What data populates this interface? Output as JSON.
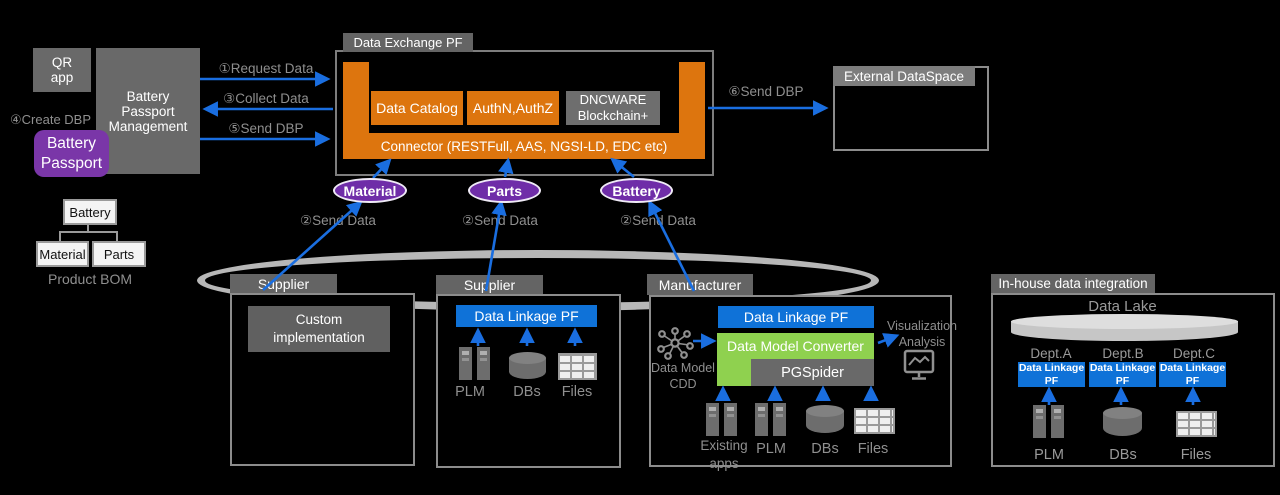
{
  "colors": {
    "arrow_blue": "#1a6ee0",
    "platform_blue": "#0f72d8",
    "connector_orange": "#dd750e",
    "converter_green": "#8fd14f",
    "passport_purple": "#7a36a8",
    "token_purple": "#6f2da8"
  },
  "passport": {
    "qr_app": "QR\napp",
    "management": "Battery\nPassport\nManagement",
    "create_dbp_label": "④Create DBP",
    "battery_passport": "Battery\nPassport",
    "bom": {
      "root": "Battery",
      "child1": "Material",
      "child2": "Parts",
      "caption": "Product BOM"
    }
  },
  "flows": {
    "request_data": "①Request Data",
    "collect_data": "③Collect Data",
    "send_dbp": "⑤Send DBP",
    "send_dbp_external": "⑥Send DBP",
    "send_data": "②Send Data"
  },
  "exchange_pf": {
    "title": "Data Exchange PF",
    "data_catalog": "Data Catalog",
    "auth": "AuthN,AuthZ",
    "blockchain": "DNCWARE\nBlockchain+",
    "connector": "Connector (RESTFull, AAS, NGSI-LD, EDC etc)"
  },
  "data_tokens": {
    "material": "Material",
    "parts": "Parts",
    "battery": "Battery"
  },
  "external_dataspace": {
    "title": "External DataSpace"
  },
  "supplier_custom": {
    "title": "Supplier",
    "implementation": "Custom\nimplementation"
  },
  "supplier_pf": {
    "title": "Supplier",
    "platform": "Data Linkage PF",
    "sources": [
      "PLM",
      "DBs",
      "Files"
    ]
  },
  "manufacturer": {
    "title": "Manufacturer",
    "platform": "Data Linkage PF",
    "converter": "Data Model Converter",
    "pgspider": "PGSpider",
    "cdd_label": "Data Model\nCDD",
    "viz_label": "Visualization\nAnalysis",
    "sources": [
      "Existing\napps",
      "PLM",
      "DBs",
      "Files"
    ]
  },
  "inhouse": {
    "title": "In-house data integration",
    "lake_label": "Data Lake",
    "depts": [
      "Dept.A",
      "Dept.B",
      "Dept.C"
    ],
    "platform": "Data Linkage\nPF",
    "sources": [
      "PLM",
      "DBs",
      "Files"
    ]
  }
}
